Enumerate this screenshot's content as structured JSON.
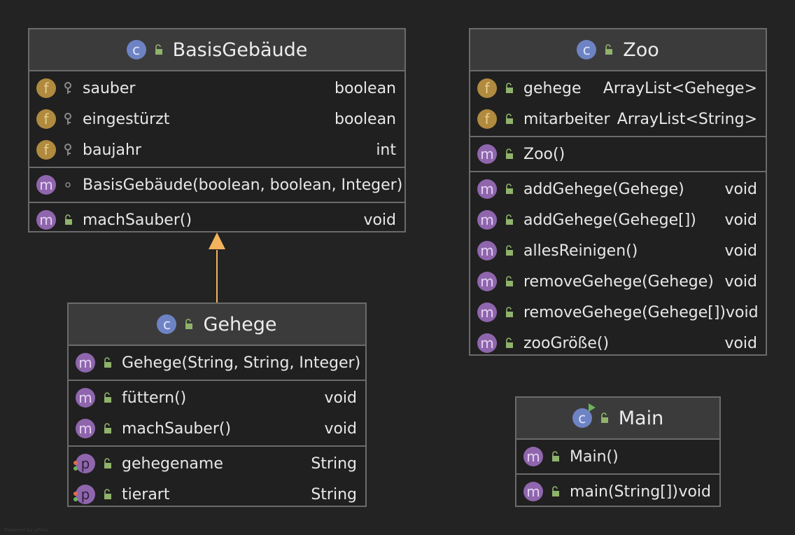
{
  "classes": {
    "basis": {
      "name": "BasisGebäude",
      "fields": [
        {
          "name": "sauber",
          "type": "boolean"
        },
        {
          "name": "eingestürzt",
          "type": "boolean"
        },
        {
          "name": "baujahr",
          "type": "int"
        }
      ],
      "constructors": [
        {
          "name": "BasisGebäude(boolean, boolean, Integer)",
          "type": ""
        }
      ],
      "methods": [
        {
          "name": "machSauber()",
          "type": "void"
        }
      ]
    },
    "zoo": {
      "name": "Zoo",
      "fields": [
        {
          "name": "gehege",
          "type": "ArrayList<Gehege>"
        },
        {
          "name": "mitarbeiter",
          "type": "ArrayList<String>"
        }
      ],
      "constructors": [
        {
          "name": "Zoo()",
          "type": ""
        }
      ],
      "methods": [
        {
          "name": "addGehege(Gehege)",
          "type": "void"
        },
        {
          "name": "addGehege(Gehege[])",
          "type": "void"
        },
        {
          "name": "allesReinigen()",
          "type": "void"
        },
        {
          "name": "removeGehege(Gehege)",
          "type": "void"
        },
        {
          "name": "removeGehege(Gehege[])",
          "type": "void"
        },
        {
          "name": "zooGröße()",
          "type": "void"
        }
      ]
    },
    "gehege": {
      "name": "Gehege",
      "constructors": [
        {
          "name": "Gehege(String, String, Integer)",
          "type": ""
        }
      ],
      "methods": [
        {
          "name": "füttern()",
          "type": "void"
        },
        {
          "name": "machSauber()",
          "type": "void"
        }
      ],
      "properties": [
        {
          "name": "gehegename",
          "type": "String"
        },
        {
          "name": "tierart",
          "type": "String"
        }
      ]
    },
    "main": {
      "name": "Main",
      "constructors": [
        {
          "name": "Main()",
          "type": ""
        }
      ],
      "methods": [
        {
          "name": "main(String[])",
          "type": "void"
        }
      ]
    }
  },
  "badges": {
    "class": "c",
    "field": "f",
    "method": "m",
    "property": "p"
  },
  "colors": {
    "background": "#232323",
    "header": "#3b3b3b",
    "border": "#6b6b6b",
    "inheritance_arrow": "#f2b35c",
    "class_badge": "#6e83c4",
    "field_badge": "#b08a3e",
    "method_badge": "#8f66ad",
    "public_icon": "#8fb36b"
  },
  "footer": "Powered by yFiles"
}
